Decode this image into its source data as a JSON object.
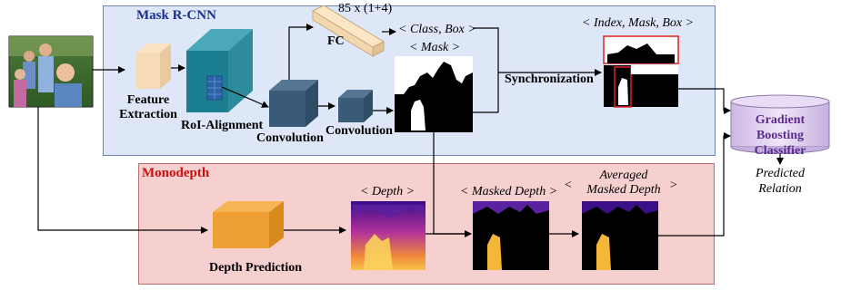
{
  "mask_rcnn": {
    "title": "Mask R-CNN",
    "feature_extraction": "Feature\nExtraction",
    "roi_alignment": "RoI-Alignment",
    "convolution_1": "Convolution",
    "convolution_2": "Convolution",
    "fc": "FC",
    "fc_dims": "85 x (1+4)",
    "class_box": "< Class, Box >",
    "mask": "< Mask >",
    "synchronization": "Synchronization",
    "index_mask_box": "< Index, Mask, Box >"
  },
  "monodepth": {
    "title": "Monodepth",
    "depth_prediction": "Depth Prediction",
    "depth": "< Depth >",
    "masked_depth": "< Masked Depth >",
    "averaged_masked_depth": "Averaged\nMasked Depth",
    "avg_bracket_left": "<",
    "avg_bracket_right": ">"
  },
  "classifier": {
    "label": "Gradient Boosting\nClassifier",
    "output": "Predicted\nRelation"
  },
  "colors": {
    "mask_panel": "#dde7f7",
    "mono_panel": "#f6d0cf",
    "mask_title": "#1b2f8a",
    "mono_title": "#cc1111",
    "classifier_text": "#5b2a8c",
    "highlight_box": "#dd2222"
  }
}
